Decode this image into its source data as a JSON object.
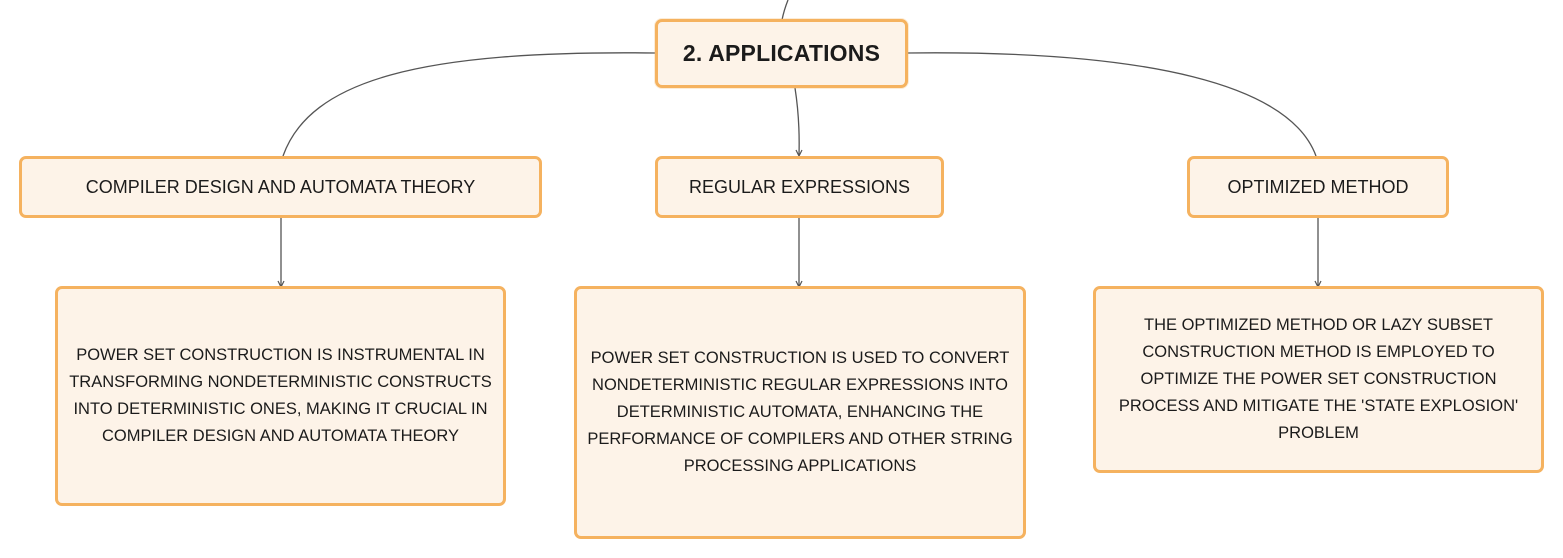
{
  "diagram": {
    "root": {
      "label": "2. APPLICATIONS"
    },
    "branches": [
      {
        "label": "COMPILER DESIGN AND AUTOMATA THEORY",
        "detail": "POWER SET CONSTRUCTION IS INSTRUMENTAL IN TRANSFORMING NONDETERMINISTIC CONSTRUCTS INTO DETERMINISTIC ONES, MAKING IT CRUCIAL IN COMPILER DESIGN AND AUTOMATA THEORY"
      },
      {
        "label": "REGULAR EXPRESSIONS",
        "detail": "POWER SET CONSTRUCTION IS USED TO CONVERT NONDETERMINISTIC REGULAR EXPRESSIONS INTO DETERMINISTIC AUTOMATA, ENHANCING THE PERFORMANCE OF COMPILERS AND OTHER STRING PROCESSING APPLICATIONS"
      },
      {
        "label": "OPTIMIZED METHOD",
        "detail": "THE OPTIMIZED METHOD OR LAZY SUBSET CONSTRUCTION METHOD IS EMPLOYED TO OPTIMIZE THE POWER SET CONSTRUCTION PROCESS AND MITIGATE THE 'STATE EXPLOSION' PROBLEM"
      }
    ]
  },
  "colors": {
    "node_fill": "#fdf3e8",
    "node_border": "#f5b25f",
    "connector": "#555555",
    "text": "#1b1b1b"
  }
}
